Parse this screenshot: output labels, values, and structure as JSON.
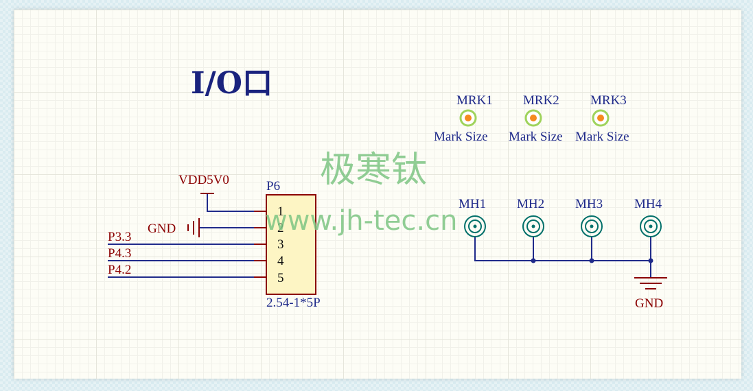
{
  "title": "I/O口",
  "watermark": {
    "brand": "极寒钛",
    "url": "www.jh-tec.cn"
  },
  "connector": {
    "designator": "P6",
    "footprint": "2.54-1*5P",
    "pins": [
      "1",
      "2",
      "3",
      "4",
      "5"
    ],
    "nets": {
      "power": "VDD5V0",
      "ground": "GND",
      "pin3": "P3.3",
      "pin4": "P4.3",
      "pin5": "P4.2"
    }
  },
  "marks": [
    {
      "designator": "MRK1",
      "value": "Mark Size"
    },
    {
      "designator": "MRK2",
      "value": "Mark Size"
    },
    {
      "designator": "MRK3",
      "value": "Mark Size"
    }
  ],
  "mounting_holes": [
    {
      "designator": "MH1"
    },
    {
      "designator": "MH2"
    },
    {
      "designator": "MH3"
    },
    {
      "designator": "MH4"
    }
  ],
  "holes_ground": "GND",
  "colors": {
    "wire": "#1f2a8a",
    "net_label": "#8b0000",
    "component_body": "#fdf5c4",
    "component_border": "#8b0000",
    "mark_fill": "#f58a1f",
    "mark_ring": "#9fd35c",
    "hole": "#00706a",
    "watermark": "#7dc583"
  }
}
